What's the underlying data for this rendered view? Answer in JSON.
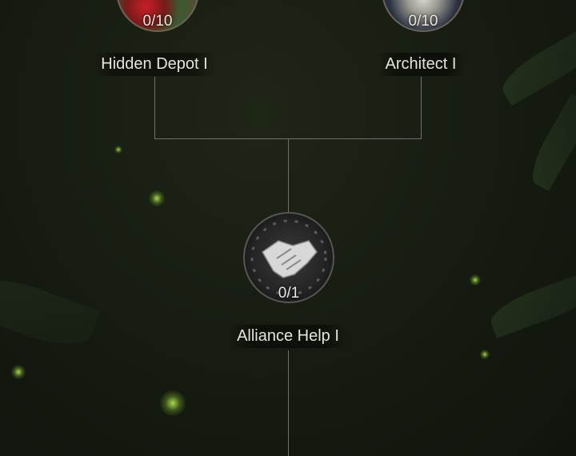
{
  "talents": [
    {
      "name": "Hidden Depot I",
      "progress": "0/10"
    },
    {
      "name": "Architect I",
      "progress": "0/10"
    },
    {
      "name": "Alliance Help I",
      "progress": "0/1"
    }
  ]
}
